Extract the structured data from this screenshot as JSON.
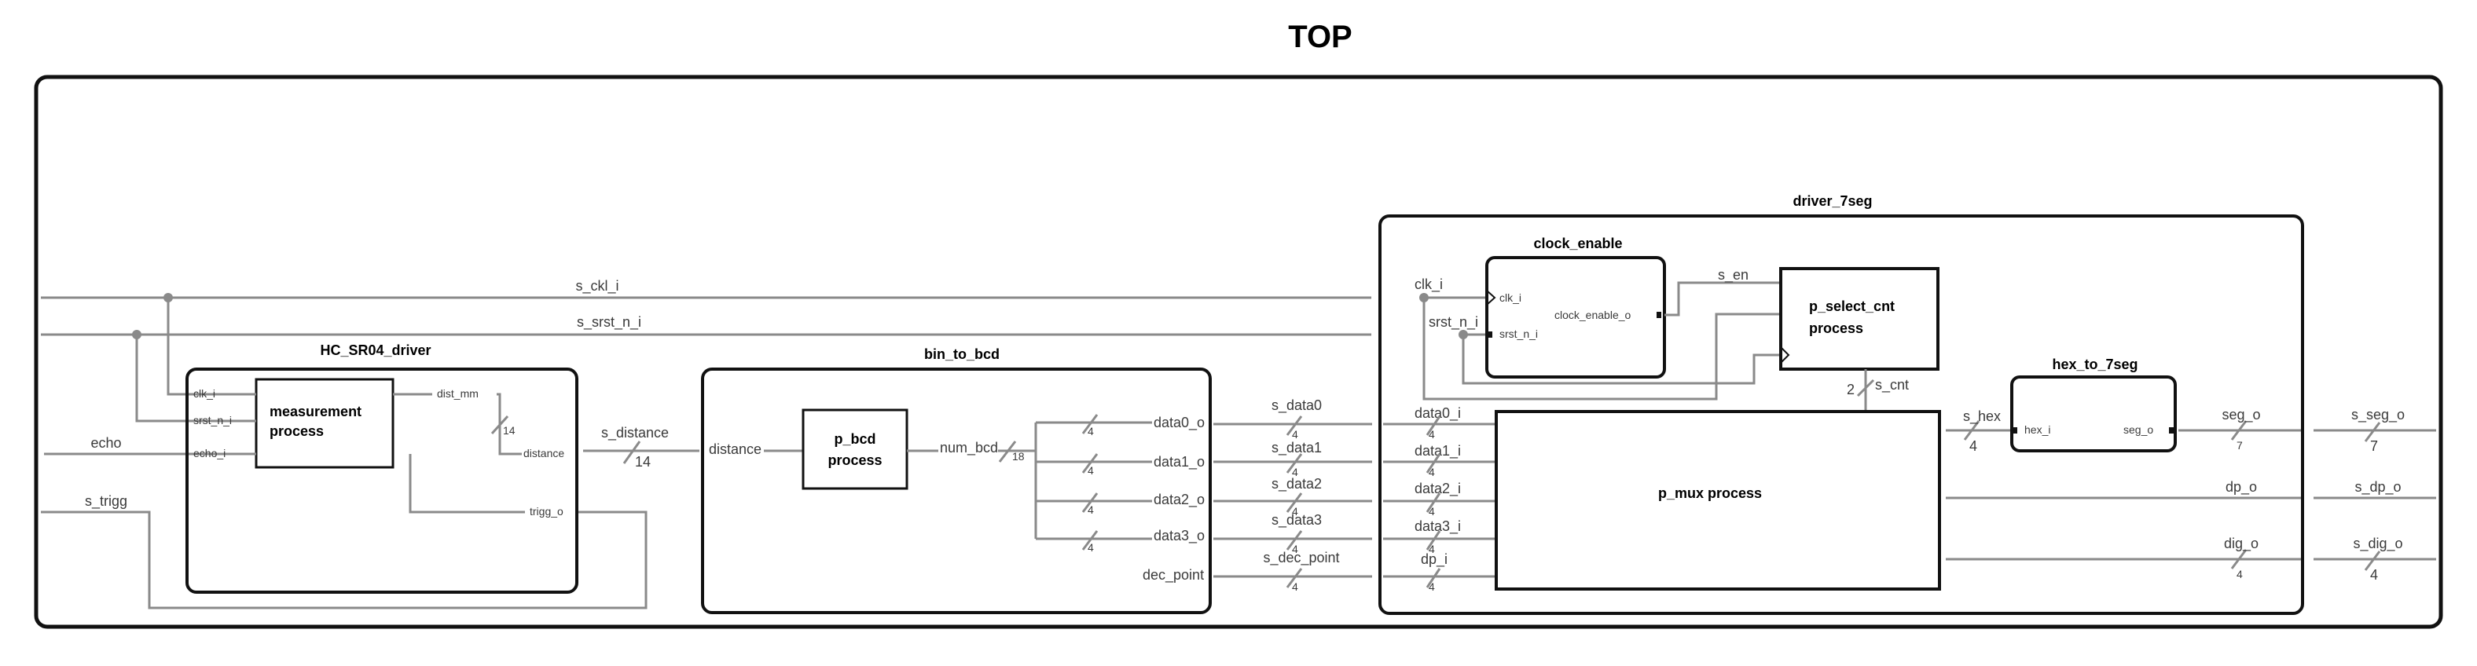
{
  "title": "TOP",
  "blocks": {
    "hc_sr04": {
      "name": "HC_SR04_driver",
      "process": [
        "measurement",
        "process"
      ],
      "ports_in": [
        "clk_i",
        "srst_n_i",
        "echo_i"
      ],
      "ports_out": [
        "dist_mm",
        "distance",
        "trigg_o"
      ],
      "dist_width": "14"
    },
    "bin_to_bcd": {
      "name": "bin_to_bcd",
      "port_in": "distance",
      "process": [
        "p_bcd",
        "process"
      ],
      "num_bcd": "num_bcd",
      "num_bcd_width": "18",
      "outputs": [
        "data0_o",
        "data1_o",
        "data2_o",
        "data3_o",
        "dec_point"
      ],
      "bus_width": "4"
    },
    "driver_7seg": {
      "name": "driver_7seg",
      "clk_i": "clk_i",
      "srst_n_i": "srst_n_i",
      "inputs": [
        "data0_i",
        "data1_i",
        "data2_i",
        "data3_i",
        "dp_i"
      ],
      "clock_enable": {
        "name": "clock_enable",
        "ports": [
          "clk_i",
          "srst_n_i",
          "clock_enable_o"
        ]
      },
      "s_en": "s_en",
      "p_select": [
        "p_select_cnt",
        "process"
      ],
      "s_cnt": "s_cnt",
      "s_cnt_width": "2",
      "p_mux": "p_mux process",
      "s_hex": "s_hex",
      "s_hex_width": "4",
      "hex_to_7seg": {
        "name": "hex_to_7seg",
        "ports": [
          "hex_i",
          "seg_o"
        ]
      },
      "outputs": [
        "seg_o",
        "dp_o",
        "dig_o"
      ],
      "seg_width": "7",
      "dig_width": "4"
    }
  },
  "signals": {
    "clk": "s_ckl_i",
    "rst": "s_srst_n_i",
    "echo": "echo",
    "trigg": "s_trigg",
    "distance": "s_distance",
    "distance_width": "14",
    "data": [
      "s_data0",
      "s_data1",
      "s_data2",
      "s_data3",
      "s_dec_point"
    ],
    "data_width": "4",
    "outputs": [
      "s_seg_o",
      "s_dp_o",
      "s_dig_o"
    ],
    "seg_width": "7",
    "dig_width": "4"
  }
}
